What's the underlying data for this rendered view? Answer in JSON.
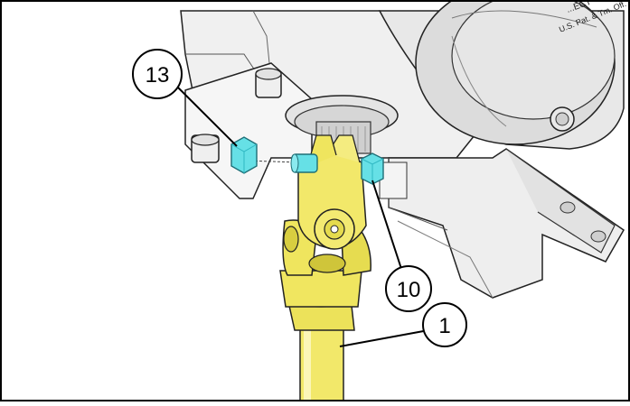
{
  "callouts": [
    {
      "id": "13",
      "label": "13"
    },
    {
      "id": "10",
      "label": "10"
    },
    {
      "id": "1",
      "label": "1"
    }
  ],
  "housing_text": {
    "line1": "...ECT",
    "line2": "U.S. Pat. & Tm. Off."
  },
  "colors": {
    "border": "#000000",
    "housing_light": "#f2f2f2",
    "housing_mid": "#d9d9d9",
    "housing_dark": "#a8a8a8",
    "yoke_yellow": "#f2e86a",
    "yoke_shadow": "#c9bf3a",
    "hardware_cyan": "#66e0e6",
    "hardware_cyan_dark": "#2fb7c2"
  },
  "icons": [
    "bolt-icon",
    "nut-icon",
    "screw-icon"
  ]
}
